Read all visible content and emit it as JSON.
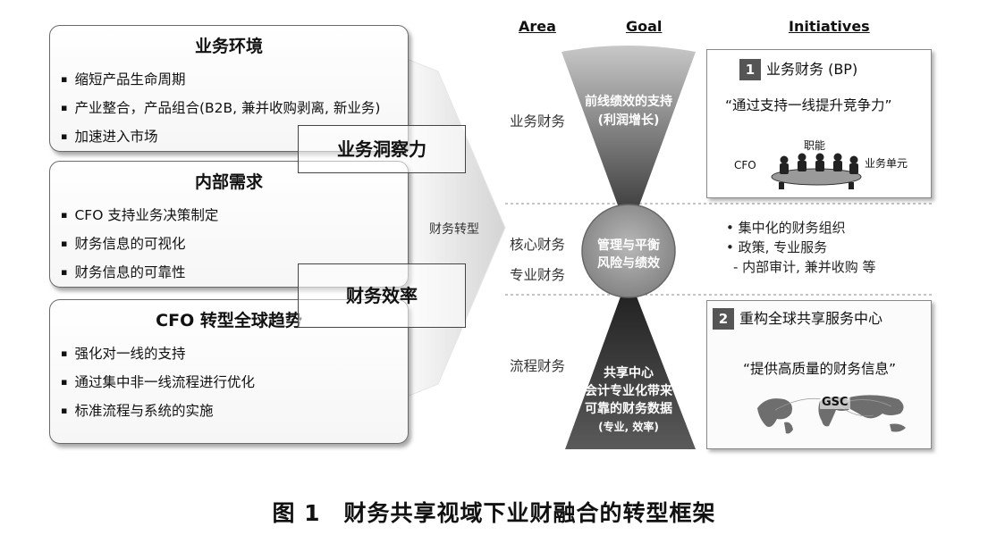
{
  "left_boxes": [
    {
      "title": "业务环境",
      "items": [
        "缩短产品生命周期",
        "产业整合，产品组合(B2B, 兼并收购剥离, 新业务)",
        "加速进入市场"
      ]
    },
    {
      "title": "内部需求",
      "items": [
        "CFO 支持业务决策制定",
        "财务信息的可视化",
        "财务信息的可靠性"
      ]
    },
    {
      "title": "CFO 转型全球趋势",
      "items": [
        "强化对一线的支持",
        "通过集中非一线流程进行优化",
        "标准流程与系统的实施"
      ]
    }
  ],
  "overlays": {
    "insight": "业务洞察力",
    "efficiency": "财务效率"
  },
  "arrow_label": "财务转型",
  "headers": {
    "area": "Area",
    "goal": "Goal",
    "initiatives": "Initiatives"
  },
  "areas": {
    "business": "业务财务",
    "core": "核心财务",
    "professional": "专业财务",
    "process": "流程财务"
  },
  "goals": {
    "top_line1": "前线绩效的支持",
    "top_line2": "(利润增长)",
    "mid_line1": "管理与平衡",
    "mid_line2": "风险与绩效",
    "bot_line1": "共享中心",
    "bot_line2": "会计专业化带来",
    "bot_line3": "可靠的财务数据",
    "bot_line4": "(专业, 效率)"
  },
  "initiatives": {
    "bp": {
      "number": "1",
      "title": "业务财务 (BP)",
      "quote": "“通过支持一线提升竞争力”",
      "label_function": "职能",
      "label_cfo": "CFO",
      "label_unit": "业务单元"
    },
    "middle": [
      "• 集中化的财务组织",
      "• 政策, 专业服务",
      "- 内部审计, 兼并收购 等"
    ],
    "gsc": {
      "number": "2",
      "title": "重构全球共享服务中心",
      "quote": "“提供高质量的财务信息”",
      "map_label": "GSC"
    }
  },
  "caption": "图 1　财务共享视域下业财融合的转型框架"
}
